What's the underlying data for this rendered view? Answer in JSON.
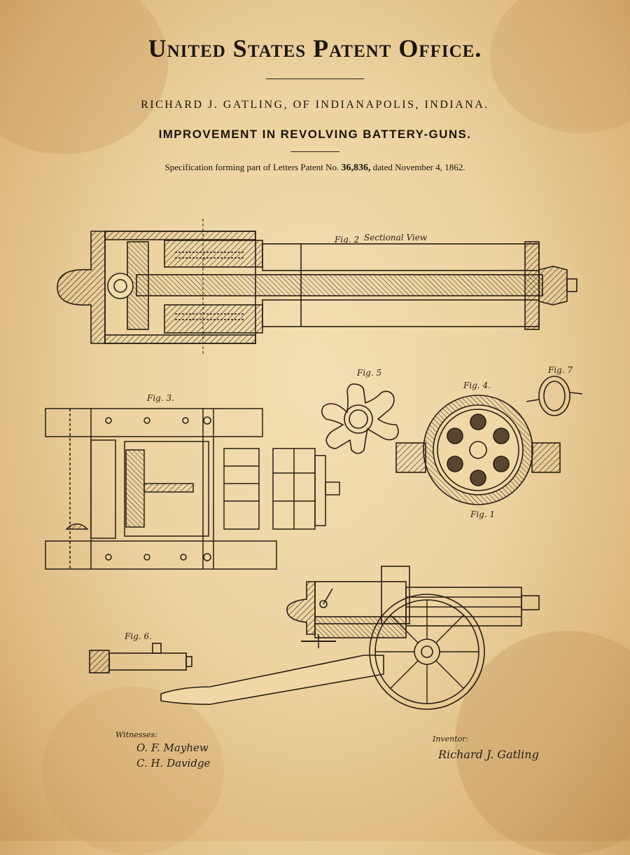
{
  "header": {
    "office": "United States Patent Office.",
    "inventor_line": "RICHARD J. GATLING, OF INDIANAPOLIS, INDIANA.",
    "improvement": "IMPROVEMENT IN REVOLVING BATTERY-GUNS.",
    "spec_prefix": "Specification forming part of Letters Patent No.",
    "patent_number": "36,836,",
    "spec_suffix": "dated November 4, 1862."
  },
  "figures": {
    "fig2": "Fig. 2",
    "fig2_caption": "Sectional View",
    "fig3": "Fig. 3.",
    "fig4": "Fig. 4.",
    "fig5": "Fig. 5",
    "fig6": "Fig. 6.",
    "fig7": "Fig. 7",
    "fig1": "Fig. 1"
  },
  "signatures": {
    "witnesses_label": "Witnesses:",
    "witness_1": "O. F. Mayhew",
    "witness_2": "C. H. Davidge",
    "inventor_label": "Inventor:",
    "inventor_sig": "Richard J. Gatling"
  },
  "colors": {
    "paper": "#ecd3a0",
    "ink": "#2a1e12"
  }
}
